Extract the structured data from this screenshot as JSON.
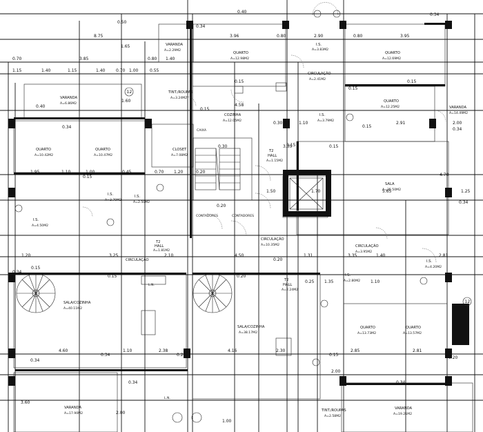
{
  "rooms": [
    {
      "name": "QUARTO",
      "area": "A=12.98M2"
    },
    {
      "name": "I.S.",
      "area": "A=3.83M2"
    },
    {
      "name": "QUARTO",
      "area": "A=12.69M2"
    },
    {
      "name": "VARANDA",
      "area": "A=2.29M2"
    },
    {
      "name": "CIRCULAÇÃO",
      "area": "A=2.41M2"
    },
    {
      "name": "QUARTO",
      "area": "A=12.25M2"
    },
    {
      "name": "VARANDA",
      "area": "A=6.86M2"
    },
    {
      "name": "TINT./ROUPAS",
      "area": "A=3.24M2"
    },
    {
      "name": "COZINHA",
      "area": "A=12.05M2"
    },
    {
      "name": "I.S.",
      "area": "A=3.79M2"
    },
    {
      "name": "VARANDA",
      "area": "A=14.49M2"
    },
    {
      "name": "QUARTO",
      "area": "A=10.42M2"
    },
    {
      "name": "QUARTO",
      "area": "A=10.47M2"
    },
    {
      "name": "CLOSET",
      "area": "A=7.08M2"
    },
    {
      "name": "T2",
      "area": ""
    },
    {
      "name": "HALL",
      "area": "A=1.15M2"
    },
    {
      "name": "SALA",
      "area": "A=35.50M2"
    },
    {
      "name": "I.S.",
      "area": "A=3.70M2"
    },
    {
      "name": "I.S.",
      "area": "A=2.50M2"
    },
    {
      "name": "I.S.",
      "area": "A=4.50M2"
    },
    {
      "name": "T2",
      "area": ""
    },
    {
      "name": "HALL",
      "area": "A=1.81M2"
    },
    {
      "name": "CIRCULAÇÃO",
      "area": "A=10.35M2"
    },
    {
      "name": "CIRCULAÇÃO",
      "area": "A=3.95M2"
    },
    {
      "name": "CIRCULAÇÃO",
      "area": ""
    },
    {
      "name": "I.S.",
      "area": "A=2.80M2"
    },
    {
      "name": "I.S.",
      "area": "A=4.20M2"
    },
    {
      "name": "T2",
      "area": ""
    },
    {
      "name": "HALL",
      "area": "A=2.24M2"
    },
    {
      "name": "SALA/COZINHA",
      "area": "A=40.11M2"
    },
    {
      "name": "SALA/COZINHA",
      "area": "A=38.17M2"
    },
    {
      "name": "QUARTO",
      "area": "A=13.73M2"
    },
    {
      "name": "QUARTO",
      "area": "A=13.57M2"
    },
    {
      "name": "VARANDA",
      "area": "A=17.90M2"
    },
    {
      "name": "TINT./ROUPAS",
      "area": "A=2.58M2"
    },
    {
      "name": "VARANDA",
      "area": "A=19.21M2"
    }
  ],
  "dimensions": [
    "0.40",
    "0.34",
    "0.34",
    "3.96",
    "0.80",
    "2.90",
    "0.80",
    "3.95",
    "8.75",
    "1.65",
    "0.50",
    "0.70",
    "3.85",
    "1.40",
    "0.80",
    "1.15",
    "1.40",
    "1.15",
    "1.40",
    "0.70",
    "1.00",
    "0.55",
    "0.34",
    "0.15",
    "0.15",
    "0.15",
    "4.58",
    "0.15",
    "0.40",
    "1.60",
    "0.30",
    "1.10",
    "2.91",
    "2.00",
    "0.34",
    "0.15",
    "0.30",
    "0.15",
    "3.35",
    "0.15",
    "1.95",
    "1.10",
    "1.00",
    "0.45",
    "0.70",
    "1.20",
    "0.20",
    "0.15",
    "1.50",
    "1.70",
    "5.65",
    "4.70",
    "1.25",
    "0.34",
    "1.20",
    "4.50",
    "0.20",
    "0.20",
    "0.20",
    "1.31",
    "3.35",
    "1.40",
    "2.81",
    "3.25",
    "2.10",
    "0.15",
    "0.15",
    "0.34",
    "0.25",
    "1.35",
    "1.10",
    "4.60",
    "1.10",
    "2.38",
    "4.16",
    "2.30",
    "0.15",
    "2.85",
    "2.81",
    "0.34",
    "0.34",
    "0.34",
    "0.20",
    "2.00",
    "0.34",
    "3.60",
    "2.00",
    "1.00",
    "0.20"
  ],
  "markers": [
    "12",
    "12"
  ],
  "fixtures": [
    "CONTADORES",
    "CONTADORES",
    "CAIXA",
    "L.N.",
    "L.N."
  ]
}
